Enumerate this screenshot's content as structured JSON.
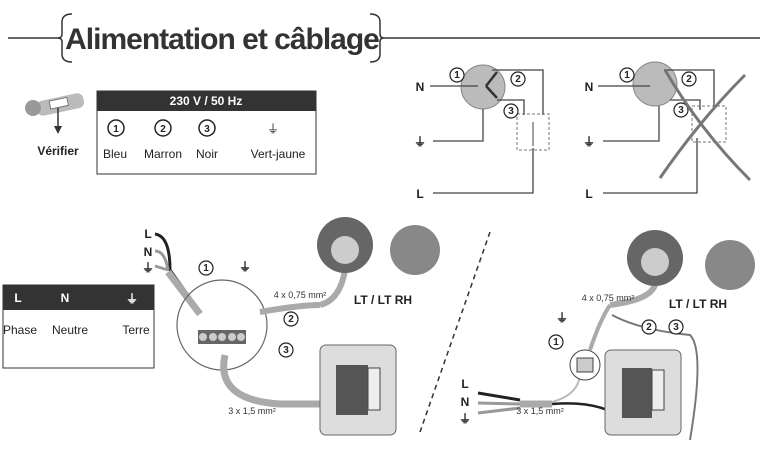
{
  "title": "Alimentation et câblage",
  "verify_label": "Vérifier",
  "color_table": {
    "header": "230 V / 50 Hz",
    "columns": [
      {
        "symbol": "1",
        "label": "Bleu"
      },
      {
        "symbol": "2",
        "label": "Marron"
      },
      {
        "symbol": "3",
        "label": "Noir"
      },
      {
        "symbol": "⏚",
        "label": "Vert-jaune"
      }
    ]
  },
  "mains_table": {
    "headers": [
      "L",
      "N",
      "⏚"
    ],
    "labels": [
      "Phase",
      "Neutre",
      "Terre"
    ]
  },
  "schematics": {
    "correct": {
      "terminals": [
        "N",
        "⏚",
        "L"
      ],
      "markers": [
        "1",
        "2",
        "3"
      ]
    },
    "incorrect": {
      "terminals": [
        "N",
        "⏚",
        "L"
      ],
      "markers": [
        "1",
        "2",
        "3"
      ]
    }
  },
  "wiring_left": {
    "inputs": [
      "L",
      "N",
      "⏚"
    ],
    "markers": [
      "1",
      "⏚",
      "2",
      "3"
    ],
    "motor_cable": "4 x 0,75 mm²",
    "mains_cable": "3 x 1,5 mm²",
    "motor_label": "LT / LT RH"
  },
  "wiring_right": {
    "inputs": [
      "L",
      "N",
      "⏚"
    ],
    "markers": [
      "⏚",
      "1",
      "2",
      "3"
    ],
    "motor_cable": "4 x 0,75 mm²",
    "mains_cable": "3 x 1,5 mm²",
    "motor_label": "LT / LT RH"
  }
}
